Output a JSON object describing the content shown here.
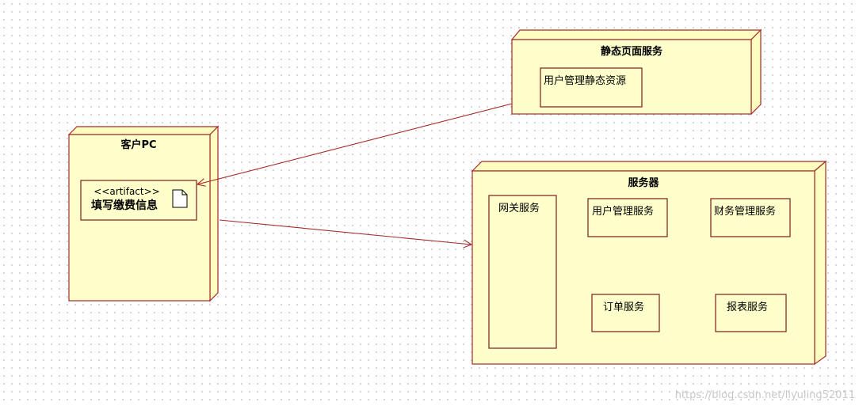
{
  "nodes": {
    "client_pc": {
      "title": "客户PC",
      "artifact": {
        "stereotype": "<<artifact>>",
        "name": "填写缴费信息",
        "icon": "document-icon"
      }
    },
    "static_page_service": {
      "title": "静态页面服务",
      "components": [
        "用户管理静态资源"
      ]
    },
    "server": {
      "title": "服务器",
      "components": {
        "gateway": "网关服务",
        "user_mgmt": "用户管理服务",
        "finance_mgmt": "财务管理服务",
        "order": "订单服务",
        "report": "报表服务"
      }
    }
  },
  "connections": [
    {
      "from": "static_page_service",
      "to": "client_pc.artifact",
      "style": "open-arrow"
    },
    {
      "from": "client_pc",
      "to": "server",
      "style": "open-arrow"
    }
  ],
  "colors": {
    "node_fill": "#ffffcc",
    "border": "#a52a2a",
    "connector": "#a52a2a"
  },
  "watermark": "https://blog.csdn.net/liyuling52011"
}
